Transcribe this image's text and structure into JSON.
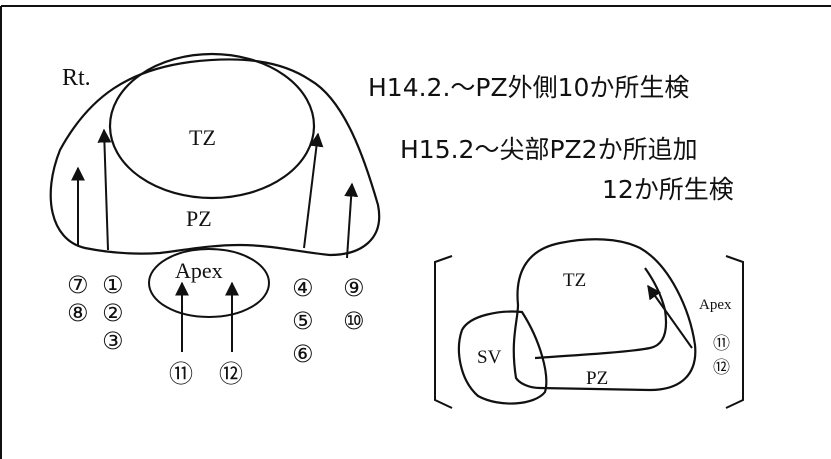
{
  "notes": {
    "line1": "H14.2.～PZ外側10か所生検",
    "line2": "H15.2～尖部PZ2か所追加",
    "line3": "12か所生検"
  },
  "left_diagram": {
    "side_label": "Rt.",
    "tz_label": "TZ",
    "pz_label": "PZ",
    "apex_label": "Apex",
    "sites": {
      "s7": "⑦",
      "s8": "⑧",
      "s1": "①",
      "s2": "②",
      "s3": "③",
      "s11": "⑪",
      "s12": "⑫",
      "s4": "④",
      "s5": "⑤",
      "s6": "⑥",
      "s9": "⑨",
      "s10": "⑩"
    }
  },
  "right_diagram": {
    "tz_label": "TZ",
    "sv_label": "SV",
    "pz_label": "PZ",
    "apex_label": "Apex",
    "site_11": "⑪",
    "site_12": "⑫"
  },
  "colors": {
    "stroke": "#111111",
    "background": "#ffffff"
  }
}
